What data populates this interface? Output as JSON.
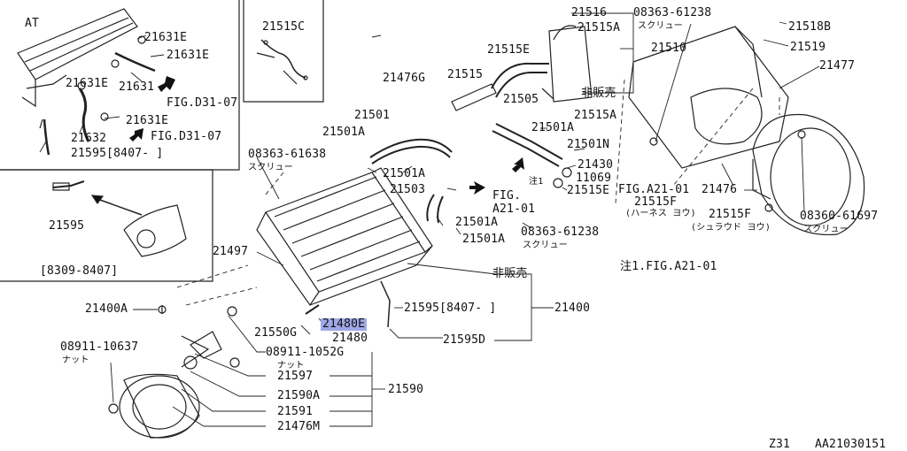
{
  "labels": {
    "at": "AT",
    "p21631E_a": "21631E",
    "p21631E_b": "21631E",
    "p21631E_c": "21631E",
    "p21631E_d": "21631E",
    "p21631": "21631",
    "p21632": "21632",
    "fig_d31_a": "FIG.D31-07",
    "fig_d31_b": "FIG.D31-07",
    "p21595_8407": "21595[8407-  ]",
    "p21515C": "21515C",
    "p21595": "21595",
    "range_8309": "[8309-8407]",
    "p21476G": "21476G",
    "p21515": "21515",
    "p21515E_top": "21515E",
    "p21516": "21516",
    "p21515A_top": "21515A",
    "p21510": "21510",
    "p08363_61238_top": "08363-61238",
    "screw_top": "スクリュー",
    "p21518B": "21518B",
    "p21519": "21519",
    "p21477": "21477",
    "hanbaigai_top": "非販売",
    "p21505": "21505",
    "p21515A_mid": "21515A",
    "p21501": "21501",
    "p21501A_1": "21501A",
    "p21501A_2": "21501A",
    "p21501N": "21501N",
    "p21430": "21430",
    "p11069": "11069",
    "chu1": "注1",
    "p21515E_mid": "21515E",
    "p08363_61638": "08363-61638",
    "screw_left": "スクリュー",
    "p21501A_3": "21501A",
    "p21503": "21503",
    "fig_a21_01_a": "FIG.",
    "fig_a21_01_b": "A21-01",
    "p21501A_4": "21501A",
    "p21501A_5": "21501A",
    "p08363_61238_mid": "08363-61238",
    "screw_mid": "スクリュー",
    "fig_a21_right": "FIG.A21-01",
    "p21515F_1": "21515F",
    "harness": "(ハーネス ヨウ)",
    "p21476": "21476",
    "p21515F_2": "21515F",
    "shroud": "(シュラウド ヨウ)",
    "p08360_61697": "08360-61697",
    "screw_right": "スクリュー",
    "note": "注1.FIG.A21-01",
    "p21497": "21497",
    "hanbaigai_mid": "非販売",
    "p21595_8407b": "21595[8407-  ]",
    "p21400": "21400",
    "p21400A": "21400A",
    "p21480E": "21480E",
    "p21550G": "21550G",
    "p21480": "21480",
    "p21595D": "21595D",
    "p08911_10637": "08911-10637",
    "nut_left": "ナット",
    "p08911_1052G": "08911-1052G",
    "nut_mid": "ナット",
    "p21597": "21597",
    "p21590A": "21590A",
    "p21590": "21590",
    "p21591": "21591",
    "p21476M": "21476M",
    "z31": "Z31",
    "code": "AA21030151"
  }
}
